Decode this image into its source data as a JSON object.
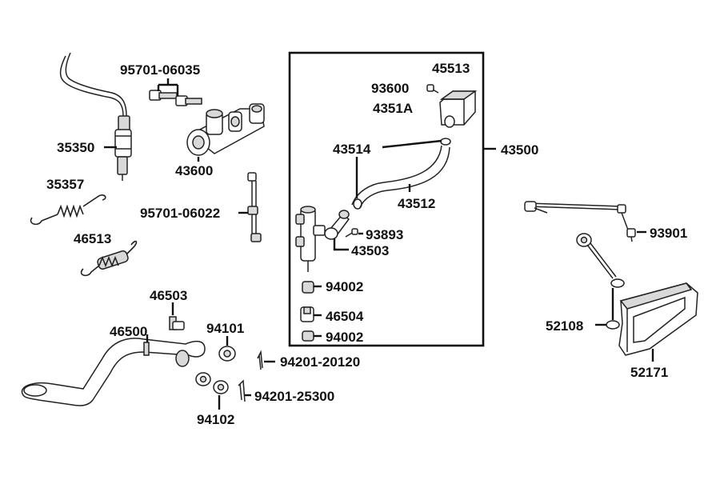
{
  "labels": {
    "l_95701_06035": "95701-06035",
    "l_35350": "35350",
    "l_43600": "43600",
    "l_35357": "35357",
    "l_95701_06022": "95701-06022",
    "l_46513": "46513",
    "l_46503": "46503",
    "l_46500": "46500",
    "l_94101": "94101",
    "l_94102": "94102",
    "l_94201_20120": "94201-20120",
    "l_94201_25300": "94201-25300",
    "l_45513": "45513",
    "l_93600": "93600",
    "l_4351A": "4351A",
    "l_43514": "43514",
    "l_43512": "43512",
    "l_43500": "43500",
    "l_93893": "93893",
    "l_43503": "43503",
    "l_94002_a": "94002",
    "l_46504": "46504",
    "l_94002_b": "94002",
    "l_93901": "93901",
    "l_52108": "52108",
    "l_52171": "52171"
  }
}
